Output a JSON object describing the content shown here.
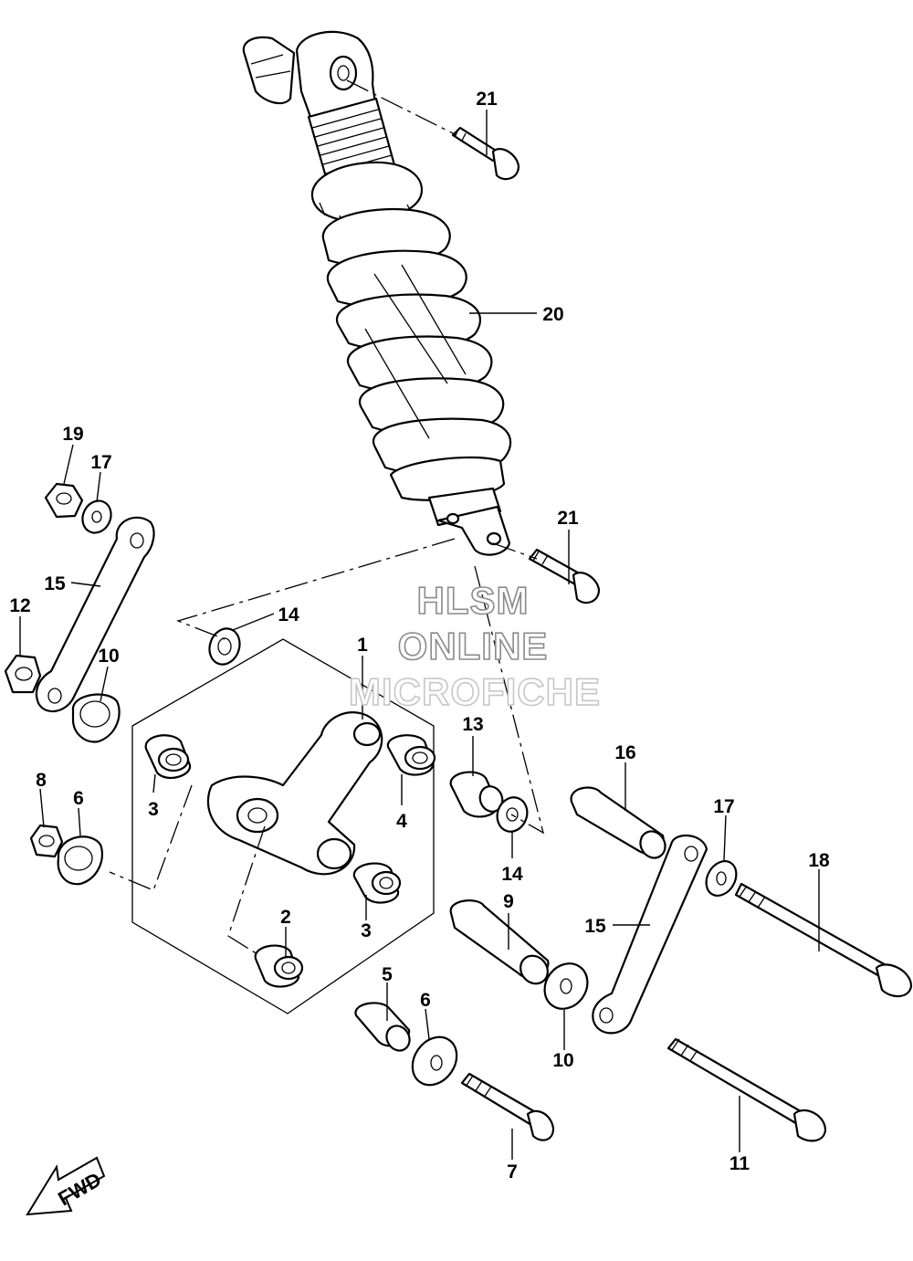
{
  "callouts": {
    "c1": "1",
    "c2": "2",
    "c3a": "3",
    "c3b": "3",
    "c4": "4",
    "c5": "5",
    "c6a": "6",
    "c6b": "6",
    "c7": "7",
    "c8": "8",
    "c9": "9",
    "c10a": "10",
    "c10b": "10",
    "c11": "11",
    "c12": "12",
    "c13": "13",
    "c14a": "14",
    "c14b": "14",
    "c15a": "15",
    "c15b": "15",
    "c16": "16",
    "c17a": "17",
    "c17b": "17",
    "c18": "18",
    "c19": "19",
    "c20": "20",
    "c21a": "21",
    "c21b": "21"
  },
  "watermark": {
    "line1": "HLSM",
    "line2": "ONLINE",
    "line3": "MICROFICHE"
  },
  "fwd_label": "FWD",
  "icons": [
    "fwd-arrow-icon"
  ],
  "colors": {
    "ink": "#000000",
    "paper": "#ffffff",
    "watermark": "#8a8a8a"
  }
}
